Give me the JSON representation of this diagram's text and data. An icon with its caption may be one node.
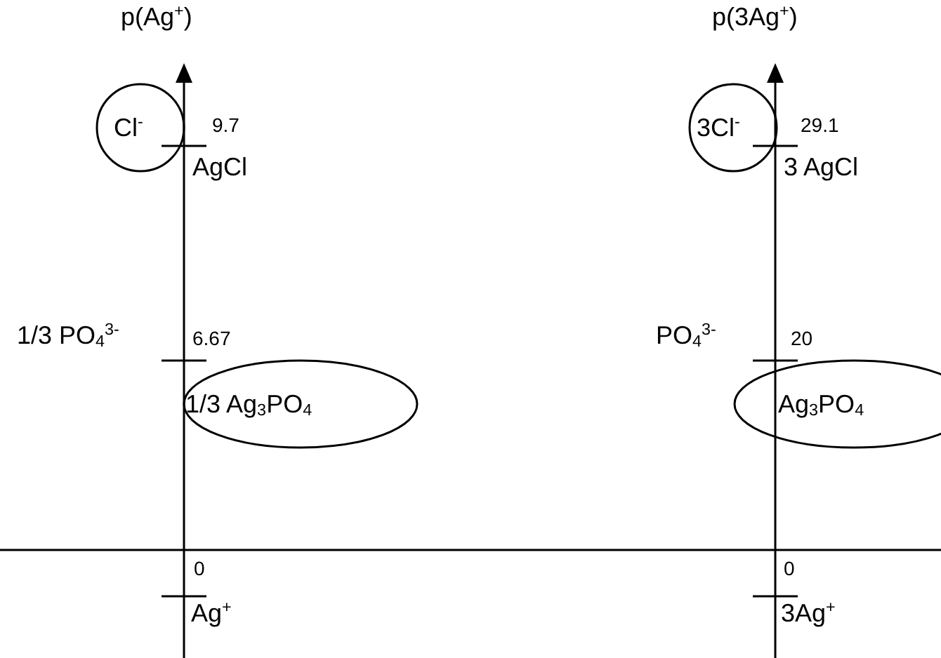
{
  "diagram": {
    "nodes": [
      {
        "text": [
          "Cl$^{-}$"
        ]
      },
      {
        "text": [
          "1/3 Ag$_{3}$PO$_{4}$"
        ]
      },
      {
        "text": [
          "3Cl$^{-}$"
        ]
      },
      {
        "text": [
          "Ag$_{3}$PO$_{4}$"
        ]
      }
    ],
    "labels": [
      "p(Ag$^{+}$)",
      "p(3Ag$^{+}$)",
      "9.7",
      "29.1",
      "AgCl",
      "3 AgCl",
      "1/3 PO$_{4}$$^{3-}$",
      "6.67",
      "PO$_{4}$$^{3-}$",
      "20",
      "0",
      "0",
      "Ag$^{+}$",
      "3Ag$^{+}$"
    ]
  }
}
